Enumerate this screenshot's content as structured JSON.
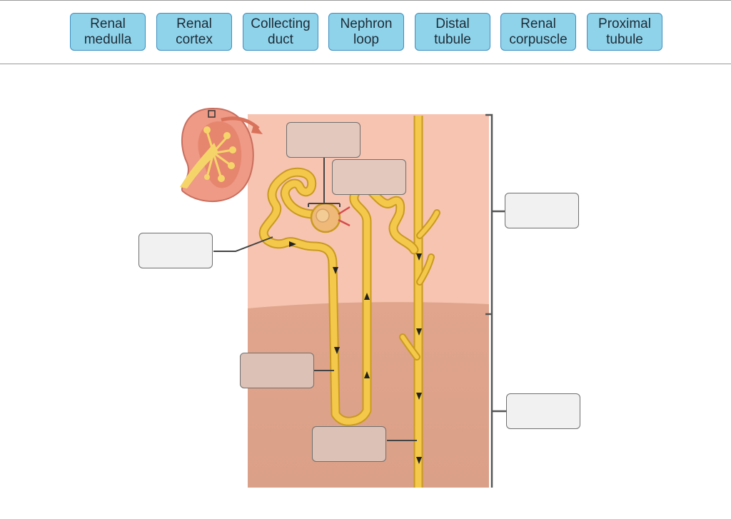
{
  "word_bank": {
    "chips": [
      {
        "label": "Renal\nmedulla"
      },
      {
        "label": "Renal\ncortex"
      },
      {
        "label": "Collecting\nduct"
      },
      {
        "label": "Nephron\nloop"
      },
      {
        "label": "Distal\ntubule"
      },
      {
        "label": "Renal\ncorpuscle"
      },
      {
        "label": "Proximal\ntubule"
      }
    ]
  },
  "drop_targets": [
    {
      "value": ""
    },
    {
      "value": ""
    },
    {
      "value": ""
    },
    {
      "value": ""
    },
    {
      "value": ""
    },
    {
      "value": ""
    },
    {
      "value": ""
    }
  ],
  "colors": {
    "cortex": "#f7c4b1",
    "medulla": "#e2a88f",
    "tubule": "#f4c84a",
    "tubule_dark": "#c99a20",
    "chip_fill": "#8fd3ea",
    "chip_border": "#3d8fc0"
  }
}
